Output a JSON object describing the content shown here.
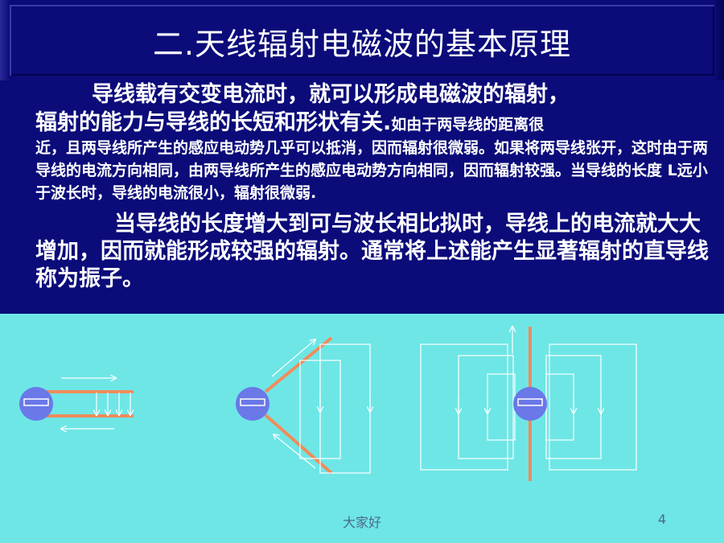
{
  "slide": {
    "title": "二.天线辐射电磁波的基本原理",
    "paragraph1_line1": "导线载有交变电流时，就可以形成电磁波的辐射，",
    "paragraph1_line2_large": "辐射的能力与导线的长短和形状有关.",
    "paragraph1_line2_small": "如由于两导线的距离很",
    "paragraph1_small_rest": "近，且两导线所产生的感应电动势几乎可以抵消，因而辐射很微弱。如果将两导线张开，这时由于两导线的电流方向相同，由两导线所产生的感应电动势方向相同，因而辐射较强。当导线的长度 L远小于波长时，导线的电流很小，辐射很微弱.",
    "paragraph2": "当导线的长度增大到可与波长相比拟时，导线上的电流就大大增加，因而就能形成较强的辐射。通常将上述能产生显著辐射的直导线称为振子。",
    "footer_text": "大家好",
    "page_number": "4"
  },
  "colors": {
    "top_background": "#0b0b7a",
    "bottom_background": "#6ee6e6",
    "wire": "#f08c5a",
    "source": "#6a78e8",
    "field_line": "#ffffff"
  }
}
